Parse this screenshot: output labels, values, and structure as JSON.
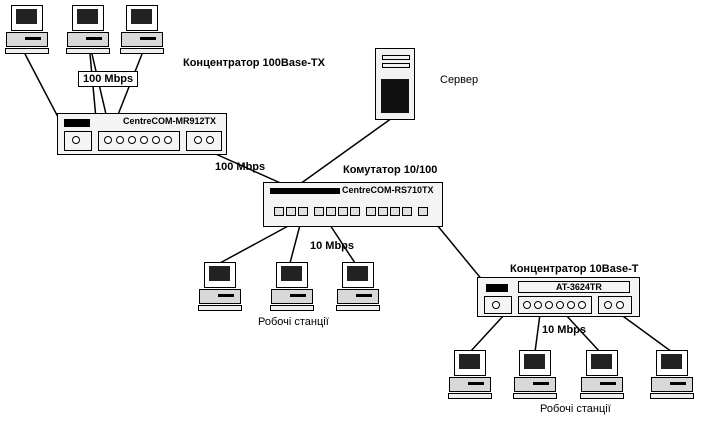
{
  "labels": {
    "hub100": "Концентратор 100Base-TX",
    "server": "Сервер",
    "speed100_top": "100 Mbps",
    "speed100_link": "100 Mbps",
    "switch": "Комутатор 10/100",
    "speed10_left": "10 Mbps",
    "hub10": "Концентратор 10Base-T",
    "speed10_right": "10 Mbps",
    "workstations_left": "Робочі станції",
    "workstations_right": "Робочі станції"
  },
  "devices": {
    "hub100_model": "CentreCOM-MR912TX",
    "switch_model": "CentreCOM-RS710TX",
    "hub10_model": "AT-3624TR"
  },
  "icons": {
    "workstation": "workstation-icon",
    "server": "server-icon",
    "hub": "hub-icon",
    "switch": "switch-icon"
  },
  "colors": {
    "ink": "#000000",
    "background": "#ffffff"
  }
}
